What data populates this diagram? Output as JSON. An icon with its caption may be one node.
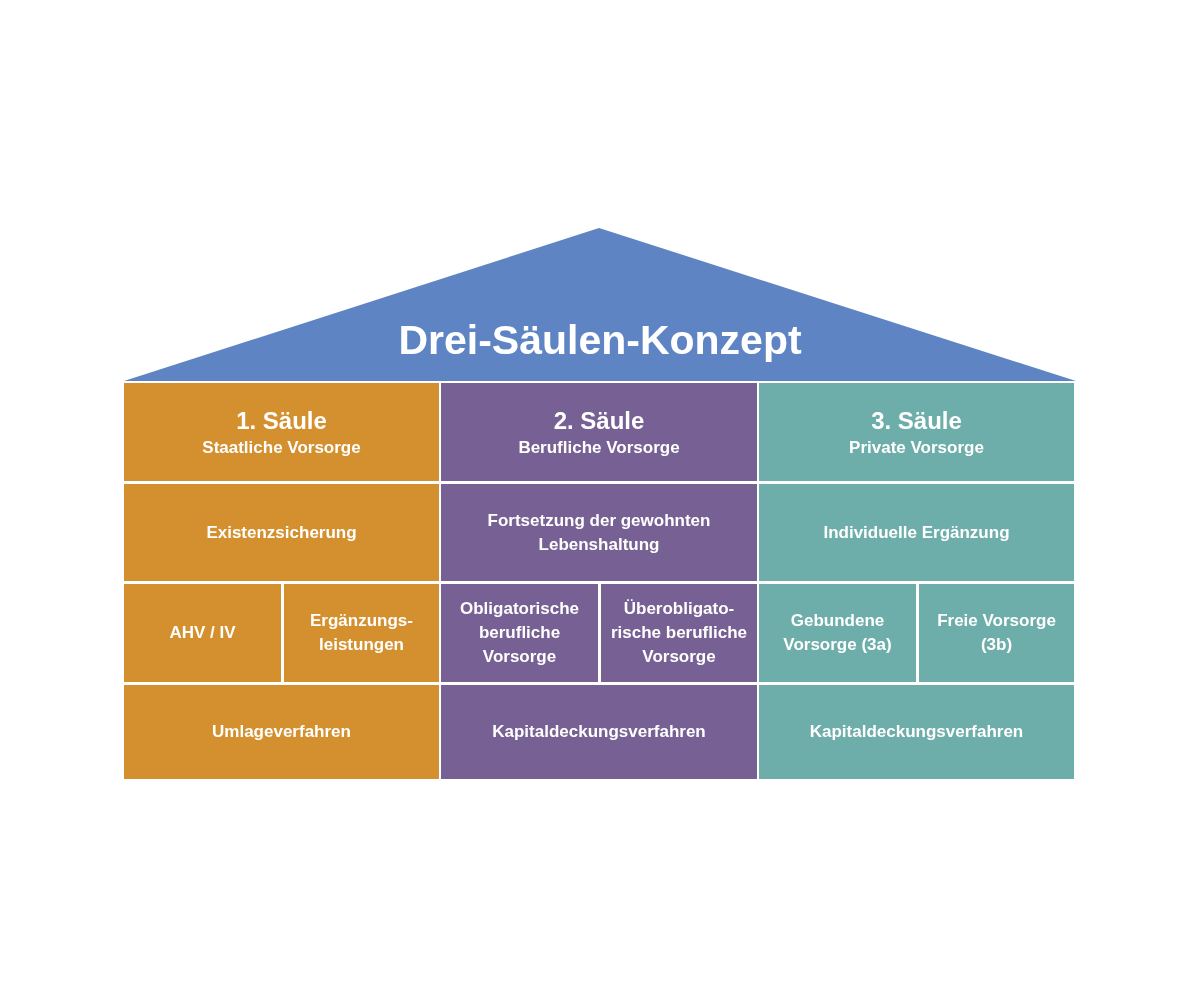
{
  "diagram": {
    "nodes": [
      {
        "text": [
          "Drei-Säulen-Konzept"
        ]
      },
      {
        "text": [
          "1. Säule",
          "Staatliche Vorsorge"
        ]
      },
      {
        "text": [
          "2. Säule",
          "Berufliche Vorsorge"
        ]
      },
      {
        "text": [
          "3. Säule",
          "Private Vorsorge"
        ]
      },
      {
        "text": [
          "Existenzsicherung"
        ]
      },
      {
        "text": [
          "Fortsetzung der gewohnten Lebenshaltung"
        ]
      },
      {
        "text": [
          "Individuelle Ergänzung"
        ]
      },
      {
        "text": [
          "AHV / IV"
        ]
      },
      {
        "text": [
          "Ergänzungs-leistungen"
        ]
      },
      {
        "text": [
          "Obligatorische berufliche Vorsorge"
        ]
      },
      {
        "text": [
          "Überobligato-rische berufliche Vorsorge"
        ]
      },
      {
        "text": [
          "Gebundene Vorsorge (3a)"
        ]
      },
      {
        "text": [
          "Freie Vorsorge (3b)"
        ]
      },
      {
        "text": [
          "Umlageverfahren"
        ]
      },
      {
        "text": [
          "Kapitaldeckungsverfahren"
        ]
      },
      {
        "text": [
          "Kapitaldeckungsverfahren"
        ]
      }
    ]
  }
}
